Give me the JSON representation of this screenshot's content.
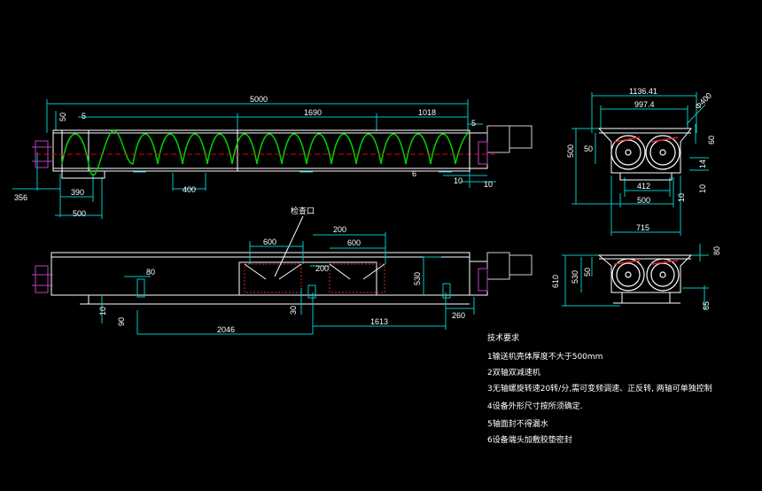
{
  "colors": {
    "background": "#000000",
    "outline": "#ffffff",
    "spiral": "#00d000",
    "dimension": "#00c8c8",
    "centerline": "#e00000",
    "inlet_hatch": "#e02020",
    "motor": "#d0d0d0",
    "flange": "#c040c0"
  },
  "top_view": {
    "dims": {
      "total_length": "5000",
      "segment_mid": "1690",
      "segment_right": "1018",
      "flange_50": "50",
      "gap_5_left": "5",
      "gap_5_right": "5",
      "pitch": "400",
      "support_width": "390",
      "support_base": "500",
      "end_offset": "356",
      "shaft_6": "6",
      "right_10a": "10",
      "right_10b": "10"
    }
  },
  "front_view": {
    "inlet_label": "检查口",
    "dims": {
      "inlet_left_width": "600",
      "inlet_right_width": "600",
      "inlet_offset_top": "200",
      "inlet_gap": "200",
      "support_80": "80",
      "height_530": "530",
      "leg_10": "10",
      "leg_90": "90",
      "leg_30": "30",
      "span_2046": "2046",
      "span_1613": "1613",
      "end_260": "260"
    }
  },
  "section_top": {
    "dims": {
      "overall_width": "1136.41",
      "inner_width": "997.4",
      "spiral_dia": "Φ400",
      "height_500": "500",
      "dim_50": "50",
      "dim_60": "60",
      "dim_14": "14",
      "base_412": "412",
      "base_500": "500",
      "base_715": "715",
      "dim_10a": "10",
      "dim_10b": "10"
    }
  },
  "section_bottom": {
    "dims": {
      "height_610": "610",
      "height_530": "530",
      "dim_50": "50",
      "dim_80": "80",
      "dim_65": "65"
    }
  },
  "notes": {
    "title": "技术要求",
    "items": [
      "1输送机壳体厚度不大于500mm",
      "2双轴双减速机",
      "3无轴螺旋转速20转/分,需可变频调速、正反转, 两轴可单独控制",
      "4设备外形尺寸按所须确定.",
      "5轴面封不得漏水",
      "6设备端头加敷胶垫密封"
    ]
  }
}
